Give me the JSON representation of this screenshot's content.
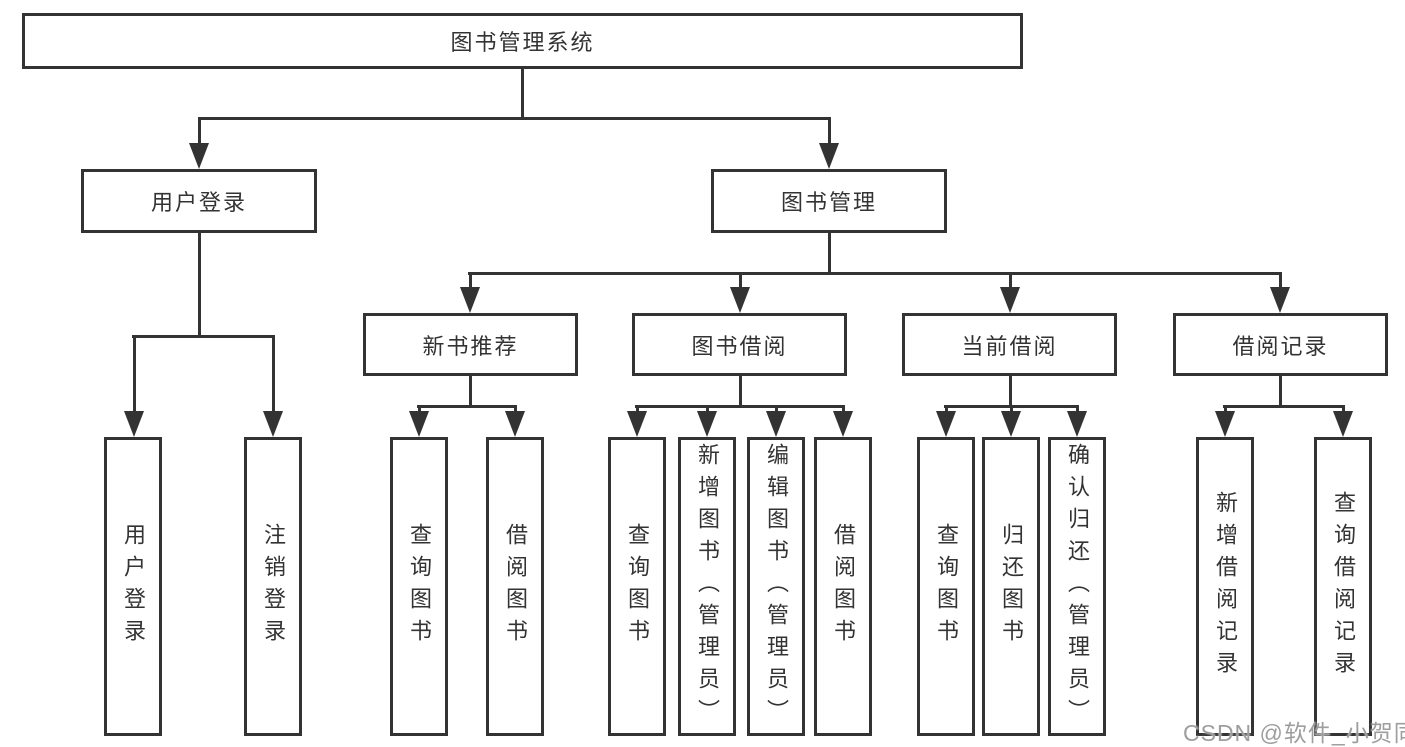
{
  "tree": {
    "root": "图书管理系统",
    "branches": [
      {
        "label": "用户登录",
        "children": [
          "用户登录",
          "注销登录"
        ]
      },
      {
        "label": "图书管理",
        "groups": [
          {
            "label": "新书推荐",
            "children": [
              "查询图书",
              "借阅图书"
            ]
          },
          {
            "label": "图书借阅",
            "children": [
              "查询图书",
              "新增图书（管理员）",
              "编辑图书（管理员）",
              "借阅图书"
            ]
          },
          {
            "label": "当前借阅",
            "children": [
              "查询图书",
              "归还图书",
              "确认归还（管理员）"
            ]
          },
          {
            "label": "借阅记录",
            "children": [
              "新增借阅记录",
              "查询借阅记录"
            ]
          }
        ]
      }
    ]
  },
  "watermark": "CSDN @软件_小贺同学",
  "colors": {
    "line": "#333333",
    "text": "#333333",
    "watermark": "#9e9e9e",
    "background": "#ffffff"
  }
}
